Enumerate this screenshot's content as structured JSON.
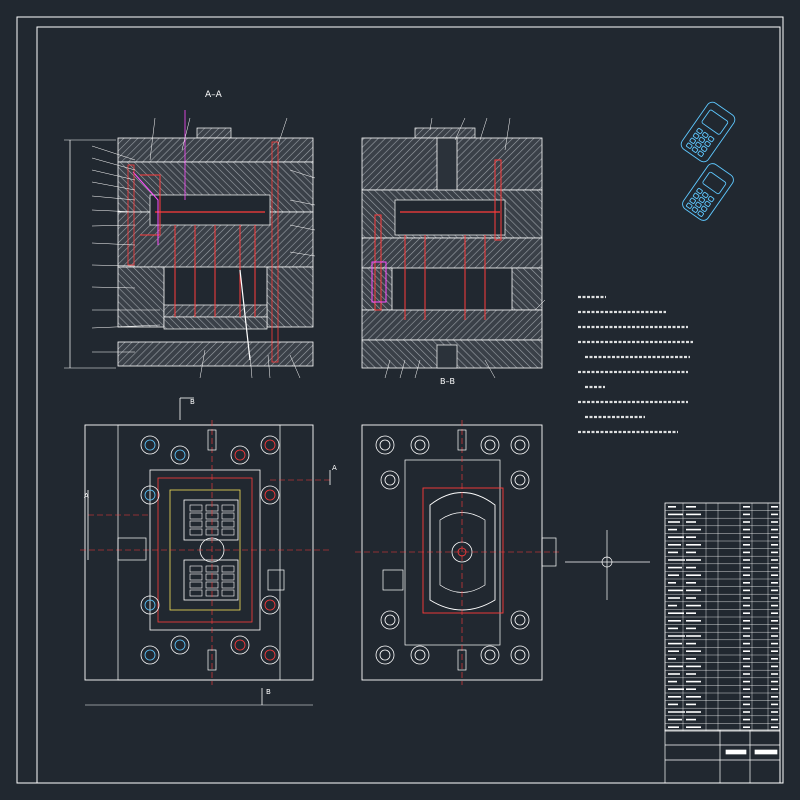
{
  "view_labels": {
    "section_aa": "A–A",
    "section_bb": "B–B",
    "cut_a": "A",
    "cut_b": "B"
  },
  "colors": {
    "background": "#212830",
    "border": "#ffffff",
    "hatch": "#8a8f96",
    "red": "#ff3b3b",
    "magenta": "#ff4dff",
    "cyan": "#5ec8ff",
    "yellow": "#f5e35a",
    "plate_fill": "#2b323a"
  }
}
